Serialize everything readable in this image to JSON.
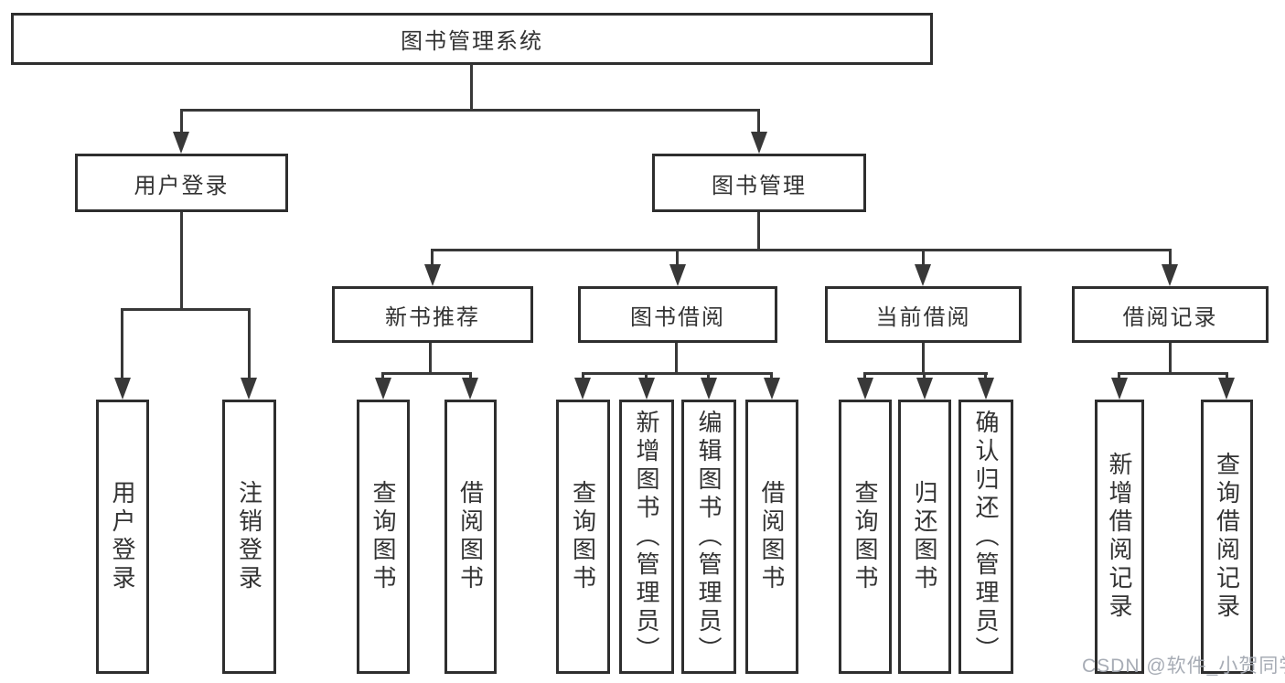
{
  "nodes": {
    "root": "图书管理系统",
    "level2": [
      "用户登录",
      "图书管理"
    ],
    "level3": [
      "新书推荐",
      "图书借阅",
      "当前借阅",
      "借阅记录"
    ],
    "leaves_login": [
      "用户登录",
      "注销登录"
    ],
    "leaves_recommend": [
      "查询图书",
      "借阅图书"
    ],
    "leaves_borrow": [
      "查询图书",
      "新增图书（管理员）",
      "编辑图书（管理员）",
      "借阅图书"
    ],
    "leaves_current": [
      "查询图书",
      "归还图书",
      "确认归还（管理员）"
    ],
    "leaves_records": [
      "新增借阅记录",
      "查询借阅记录"
    ]
  },
  "watermark": "CSDN @软件_小贺同学",
  "colors": {
    "line": "#383838",
    "border": "#2e2e2e",
    "text": "#333333",
    "watermark": "#a2a8b1",
    "background": "#ffffff"
  }
}
